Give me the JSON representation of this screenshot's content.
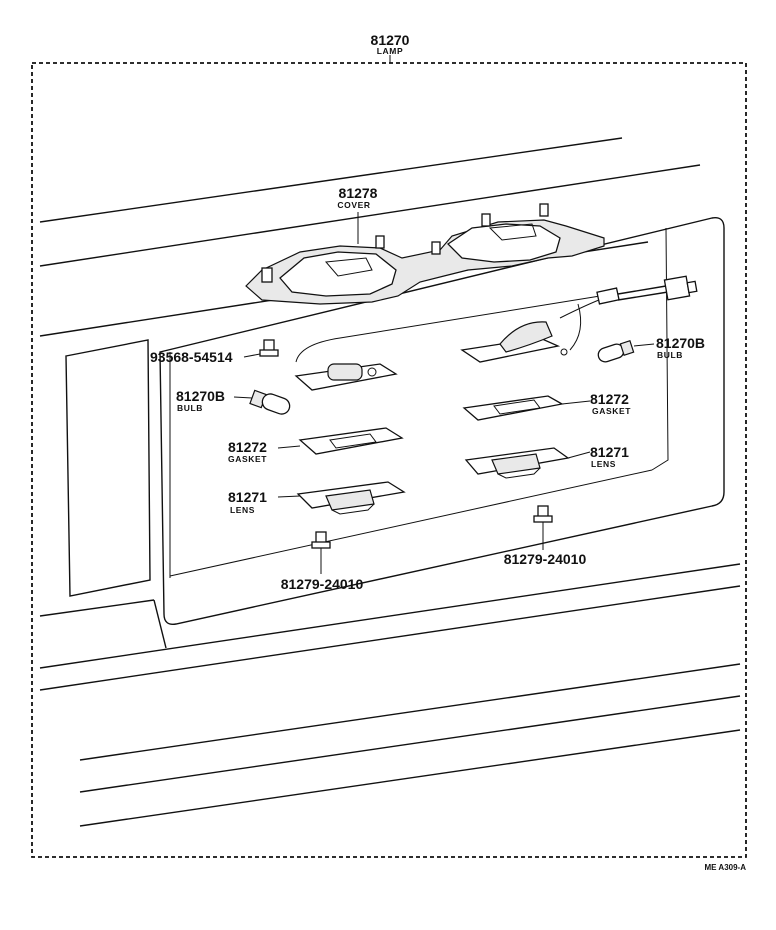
{
  "assembly": {
    "number": "81270",
    "name": "LAMP"
  },
  "parts": {
    "cover": {
      "number": "81278",
      "name": "COVER"
    },
    "screw_top": {
      "number": "93568-54514"
    },
    "bulb_right": {
      "number": "81270B",
      "name": "BULB"
    },
    "bulb_left": {
      "number": "81270B",
      "name": "BULB"
    },
    "gasket_right": {
      "number": "81272",
      "name": "GASKET"
    },
    "gasket_left": {
      "number": "81272",
      "name": "GASKET"
    },
    "lens_right": {
      "number": "81271",
      "name": "LENS"
    },
    "lens_left": {
      "number": "81271",
      "name": "LENS"
    },
    "screw_left": {
      "number": "81279-24010"
    },
    "screw_right": {
      "number": "81279-24010"
    }
  },
  "diagram_code": "ME A309-A"
}
